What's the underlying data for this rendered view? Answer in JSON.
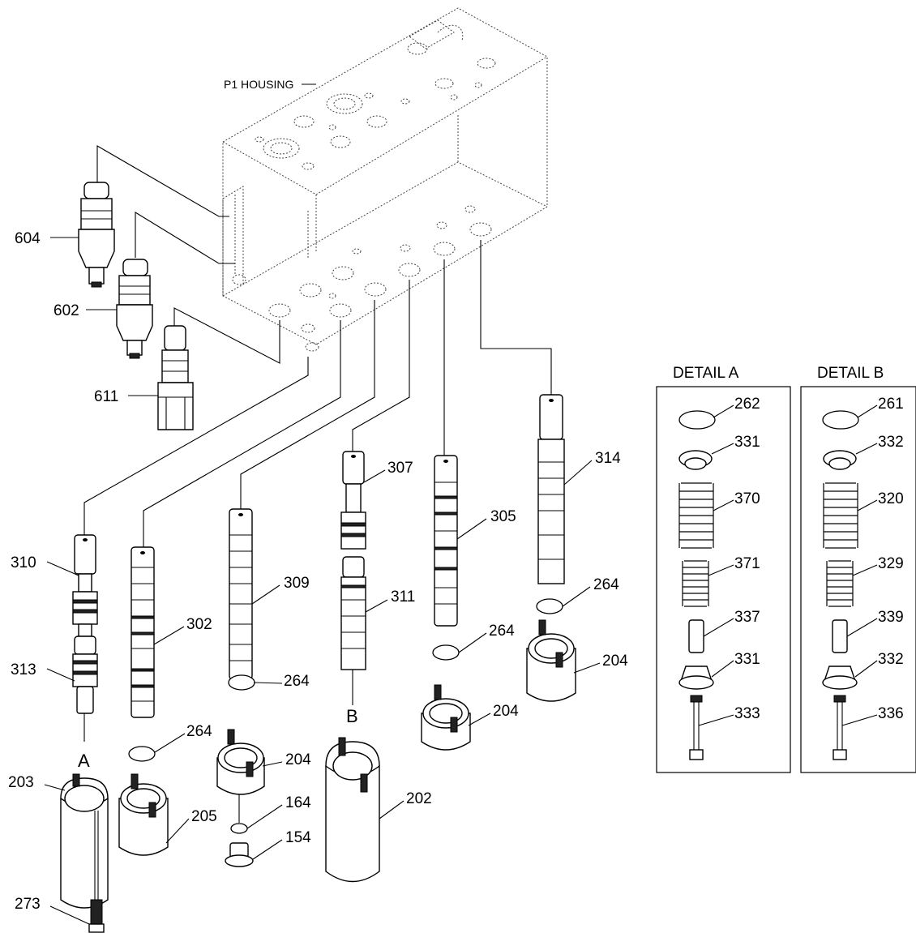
{
  "housing_label": "P1 HOUSING",
  "details": {
    "a": {
      "title": "DETAIL A",
      "labels": [
        "262",
        "331",
        "370",
        "371",
        "337",
        "331",
        "333"
      ]
    },
    "b": {
      "title": "DETAIL B",
      "labels": [
        "261",
        "332",
        "320",
        "329",
        "339",
        "332",
        "336"
      ]
    }
  },
  "callouts": {
    "p604": "604",
    "p602": "602",
    "p611": "611",
    "p310": "310",
    "p313": "313",
    "p302": "302",
    "p309": "309",
    "p307": "307",
    "p311": "311",
    "p305": "305",
    "p314": "314",
    "p264a": "264",
    "p264b": "264",
    "p264c": "264",
    "p264d": "264",
    "p204a": "204",
    "p204b": "204",
    "p204c": "204",
    "p164": "164",
    "p154": "154",
    "p202": "202",
    "p203": "203",
    "p205": "205",
    "p273": "273"
  },
  "view_markers": {
    "a": "A",
    "b": "B"
  }
}
